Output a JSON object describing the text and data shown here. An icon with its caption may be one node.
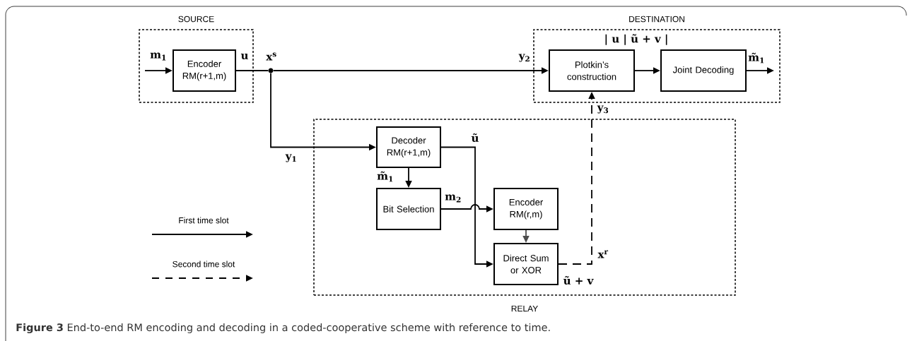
{
  "diagram": {
    "caption": "**Figure 3** End-to-end RM encoding and decoding in a coded-cooperative scheme with reference to time.",
    "nodes": [
      {
        "text": [
          "SOURCE"
        ]
      },
      {
        "text": [
          "Encoder RM(r+1,m)"
        ],
        "in": 0
      },
      {
        "text": [
          "DESTINATION"
        ]
      },
      {
        "text": [
          "Plotkin’s construction"
        ],
        "in": 2
      },
      {
        "text": [
          "Joint Decoding"
        ],
        "in": 2
      },
      {
        "text": [
          "RELAY"
        ]
      },
      {
        "text": [
          "Decoder RM(r+1,m)"
        ],
        "in": 5
      },
      {
        "text": [
          "Bit Selection"
        ],
        "in": 5
      },
      {
        "text": [
          "Encoder RM(r,m)"
        ],
        "in": 5
      },
      {
        "text": [
          "Direct Sum or XOR"
        ],
        "in": 5
      },
      {
        "text": [],
        "shape": "circle"
      }
    ],
    "edges": [
      {
        "from": null,
        "to": 1,
        "arrow": "to",
        "label": "m$_{1}$"
      },
      {
        "from": 1,
        "to": 10,
        "arrow": "none",
        "label": "u"
      },
      {
        "from": 10,
        "to": 3,
        "arrow": "to",
        "label": "y$_{2}$"
      },
      {
        "from": 10,
        "to": 6,
        "arrow": "to",
        "label": "y$_{1}$"
      },
      {
        "from": 3,
        "to": 4,
        "arrow": "to"
      },
      {
        "from": 4,
        "to": null,
        "arrow": "to",
        "label": "m̃$_{1}$"
      },
      {
        "from": 6,
        "to": 7,
        "arrow": "to",
        "label": "m̃$_{1}$"
      },
      {
        "from": 6,
        "to": 9,
        "arrow": "to",
        "label": "ũ"
      },
      {
        "from": 7,
        "to": 8,
        "arrow": "to",
        "label": "m$_{2}$"
      },
      {
        "from": 8,
        "to": 9,
        "arrow": "to",
        "color": "#4d4d4d"
      },
      {
        "from": 9,
        "to": 3,
        "arrow": "to",
        "style": "dashed",
        "label": "ũ + v"
      }
    ],
    "labels": [
      "x$^{s}$",
      "| u | ũ + v |",
      "y$_{3}$",
      "x$^{r}$"
    ],
    "legend": [
      {
        "text": "First time slot"
      },
      {
        "text": "Second time slot"
      }
    ]
  }
}
